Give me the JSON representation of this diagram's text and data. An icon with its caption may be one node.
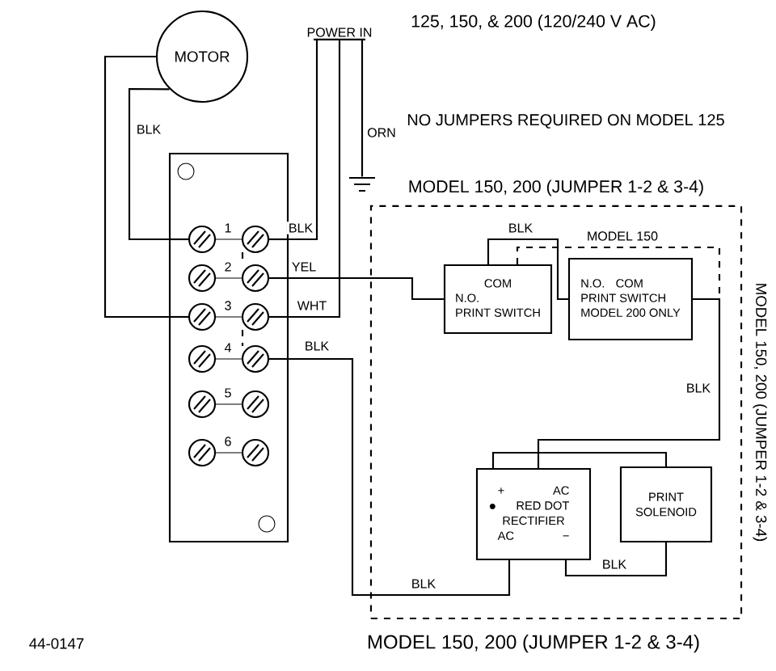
{
  "diagram": {
    "title": "125, 150, & 200 (120/240 V AC)",
    "nodes": [
      {
        "text": [
          "MOTOR"
        ]
      },
      {
        "text": [
          "POWER IN"
        ]
      },
      {
        "text": [],
        "shape": "ground"
      },
      {
        "text": [],
        "shape": "box"
      },
      {
        "text": [
          "MODEL 150, 200 (JUMPER 1-2 & 3-4)",
          "MODEL 150, 200 (JUMPER 1-2 & 3-4)",
          "MODEL 150, 200 (JUMPER 1-2 & 3-4)"
        ]
      },
      {
        "text": [
          "COM",
          "N.O.",
          "PRINT SWITCH"
        ],
        "in": 4
      },
      {
        "text": [
          "N.O.",
          "COM",
          "PRINT SWITCH",
          "MODEL 200 ONLY"
        ],
        "in": 4
      },
      {
        "text": [
          "+",
          "AC",
          "RED DOT",
          "RECTIFIER",
          "AC",
          "−"
        ],
        "in": 4
      },
      {
        "text": [
          "PRINT SOLENOID"
        ],
        "in": 4
      }
    ],
    "edges": [
      {
        "from": 0,
        "to": 3,
        "arrow": "none",
        "label": "BLK"
      },
      {
        "from": 0,
        "to": 3,
        "arrow": "none"
      },
      {
        "from": 1,
        "to": 3,
        "arrow": "none",
        "label": "BLK"
      },
      {
        "from": 1,
        "to": 3,
        "arrow": "none",
        "label": "WHT"
      },
      {
        "from": 1,
        "to": 2,
        "arrow": "none",
        "label": "ORN"
      },
      {
        "from": 3,
        "to": 5,
        "arrow": "none",
        "label": "YEL"
      },
      {
        "from": 3,
        "to": 7,
        "arrow": "none",
        "label": "BLK"
      },
      {
        "from": 5,
        "to": 6,
        "arrow": "none",
        "label": "BLK"
      },
      {
        "from": 5,
        "to": null,
        "arrow": "none",
        "label": "MODEL 150",
        "style": "dashed"
      },
      {
        "from": 6,
        "to": 7,
        "arrow": "none",
        "label": "BLK"
      },
      {
        "from": 7,
        "to": 8,
        "arrow": "none"
      },
      {
        "from": 7,
        "to": 8,
        "arrow": "none",
        "label": "BLK"
      }
    ],
    "labels": [
      "NO JUMPERS REQUIRED ON MODEL 125",
      "1",
      "2",
      "3",
      "4",
      "5",
      "6",
      "BLK",
      "44-0147"
    ]
  }
}
